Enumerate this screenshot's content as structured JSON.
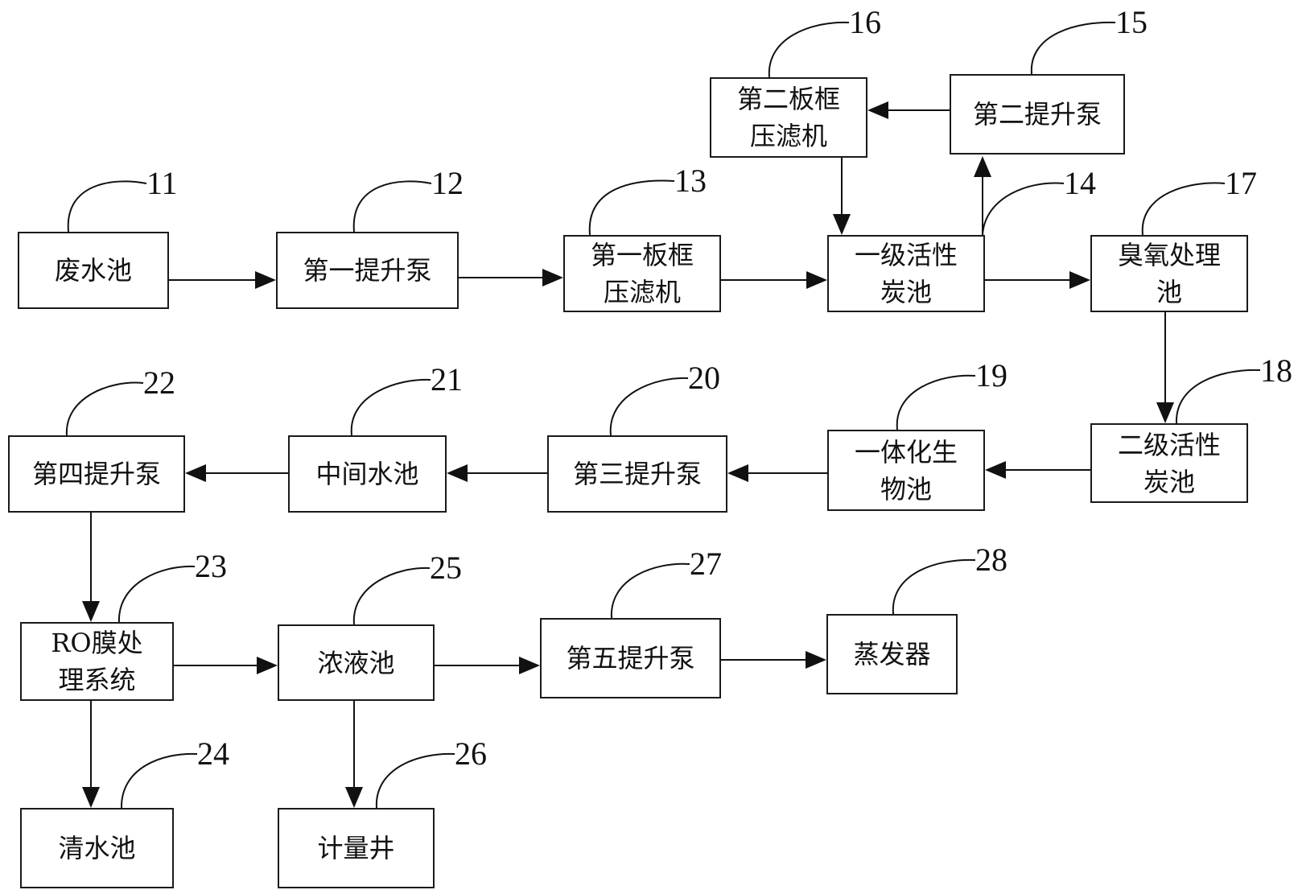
{
  "diagram": {
    "nodes": [
      {
        "id": "11",
        "label": "废水池"
      },
      {
        "id": "12",
        "label": "第一提升泵"
      },
      {
        "id": "13",
        "label": "第一板框\n压滤机"
      },
      {
        "id": "14",
        "label": "一级活性\n炭池"
      },
      {
        "id": "15",
        "label": "第二提升泵"
      },
      {
        "id": "16",
        "label": "第二板框\n压滤机"
      },
      {
        "id": "17",
        "label": "臭氧处理\n池"
      },
      {
        "id": "18",
        "label": "二级活性\n炭池"
      },
      {
        "id": "19",
        "label": "一体化生\n物池"
      },
      {
        "id": "20",
        "label": "第三提升泵"
      },
      {
        "id": "21",
        "label": "中间水池"
      },
      {
        "id": "22",
        "label": "第四提升泵"
      },
      {
        "id": "23",
        "label": "RO膜处\n理系统"
      },
      {
        "id": "24",
        "label": "清水池"
      },
      {
        "id": "25",
        "label": "浓液池"
      },
      {
        "id": "26",
        "label": "计量井"
      },
      {
        "id": "27",
        "label": "第五提升泵"
      },
      {
        "id": "28",
        "label": "蒸发器"
      }
    ],
    "edges": [
      {
        "from": "11",
        "to": "12"
      },
      {
        "from": "12",
        "to": "13"
      },
      {
        "from": "13",
        "to": "14"
      },
      {
        "from": "14",
        "to": "15"
      },
      {
        "from": "15",
        "to": "16"
      },
      {
        "from": "16",
        "to": "14"
      },
      {
        "from": "14",
        "to": "17"
      },
      {
        "from": "17",
        "to": "18"
      },
      {
        "from": "18",
        "to": "19"
      },
      {
        "from": "19",
        "to": "20"
      },
      {
        "from": "20",
        "to": "21"
      },
      {
        "from": "21",
        "to": "22"
      },
      {
        "from": "22",
        "to": "23"
      },
      {
        "from": "23",
        "to": "25"
      },
      {
        "from": "23",
        "to": "24"
      },
      {
        "from": "25",
        "to": "27"
      },
      {
        "from": "25",
        "to": "26"
      },
      {
        "from": "27",
        "to": "28"
      }
    ],
    "colors": {
      "line": "#111111",
      "text": "#111111",
      "background": "#ffffff"
    }
  }
}
